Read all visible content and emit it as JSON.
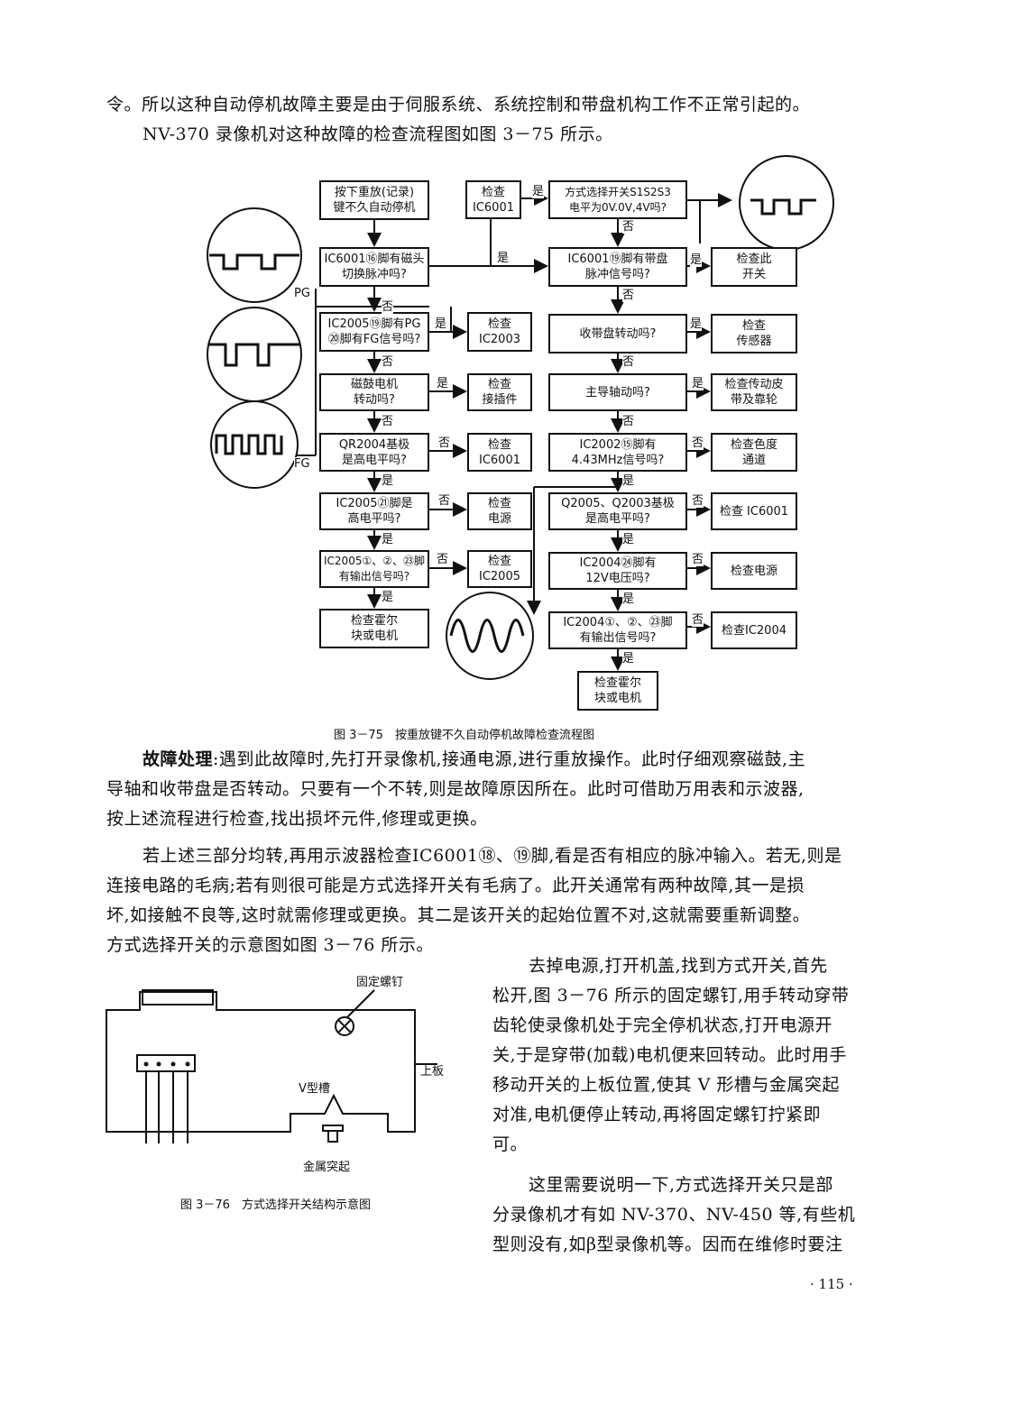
{
  "top_text": {
    "line1": "令。所以这种自动停机故障主要是由于伺服系统、系统控制和带盘机构工作不正常引起的。",
    "line2": "NV-370 录像机对这种故障的检查流程图如图 3－75 所示。"
  },
  "flowchart": {
    "caption": "图 3－75　按重放键不久自动停机故障检查流程图",
    "signal_pg": "PG",
    "signal_fg": "FG",
    "left": {
      "start": "按下重放(记录)\n键不久自动停机",
      "q1": "IC6001⑯脚有磁头\n切换脉冲吗?",
      "q2": "IC2005⑲脚有PG\n⑳脚有FG信号吗?",
      "a2": "检查\nIC2003",
      "q3": "磁鼓电机\n转动吗?",
      "a3": "检查\n接插件",
      "q4": "QR2004基极\n是高电平吗?",
      "a4": "检查\nIC6001",
      "q5": "IC2005㉑脚是\n高电平吗?",
      "a5": "检查\n电源",
      "q6": "IC2005①、②、㉓脚\n有输出信号吗?",
      "a6": "检查\nIC2005",
      "end": "检查霍尔\n块或电机"
    },
    "right": {
      "check": "检查\nIC6001",
      "q0": "方式选择开关S1S2S3\n电平为0V.0V,4V吗?",
      "q1": "IC6001⑲脚有带盘\n脉冲信号吗?",
      "a1": "检查此\n开关",
      "q2": "收带盘转动吗?",
      "a2": "检查\n传感器",
      "q3": "主导轴动吗?",
      "a3": "检查传动皮\n带及靠轮",
      "q4": "IC2002⑮脚有\n4.43MHz信号吗?",
      "a4": "检查色度\n通道",
      "q5": "Q2005、Q2003基极\n是高电平吗?",
      "a5": "检查 IC6001",
      "q6": "IC2004㉔脚有\n12V电压吗?",
      "a6": "检查电源",
      "q7": "IC2004①、②、㉓脚\n有输出信号吗?",
      "a7": "检查IC2004",
      "end": "检查霍尔\n块或电机"
    },
    "yes": "是",
    "no": "否"
  },
  "section": {
    "heading": "故障处理",
    "p1_rest": ":遇到此故障时,先打开录像机,接通电源,进行重放操作。此时仔细观察磁鼓,主",
    "p1_l2": "导轴和收带盘是否转动。只要有一个不转,则是故障原因所在。此时可借助万用表和示波器,",
    "p1_l3": "按上述流程进行检查,找出损坏元件,修理或更换。",
    "p2_l1": "若上述三部分均转,再用示波器检查IC6001⑱、⑲脚,看是否有相应的脉冲输入。若无,则是",
    "p2_l2": "连接电路的毛病;若有则很可能是方式选择开关有毛病了。此开关通常有两种故障,其一是损",
    "p2_l3": "坏,如接触不良等,这时就需修理或更换。其二是该开关的起始位置不对,这就需要重新调整。",
    "p2_l4": "方式选择开关的示意图如图 3－76 所示。"
  },
  "right_col": {
    "l1": "去掉电源,打开机盖,找到方式开关,首先",
    "l2": "松开,图 3－76 所示的固定螺钉,用手转动穿带",
    "l3": "齿轮使录像机处于完全停机状态,打开电源开",
    "l4": "关,于是穿带(加载)电机便来回转动。此时用手",
    "l5": "移动开关的上板位置,使其 V 形槽与金属突起",
    "l6": "对准,电机便停止转动,再将固定螺钉拧紧即",
    "l7": "可。",
    "l8": "这里需要说明一下,方式选择开关只是部",
    "l9": "分录像机才有如 NV-370、NV-450 等,有些机",
    "l10": "型则没有,如β型录像机等。因而在维修时要注"
  },
  "figure2": {
    "label_screw": "固定螺钉",
    "label_plate": "上板",
    "label_vgroove": "V型槽",
    "label_metal": "金属突起",
    "caption": "图 3－76　方式选择开关结构示意图"
  },
  "page_number": "· 115 ·"
}
